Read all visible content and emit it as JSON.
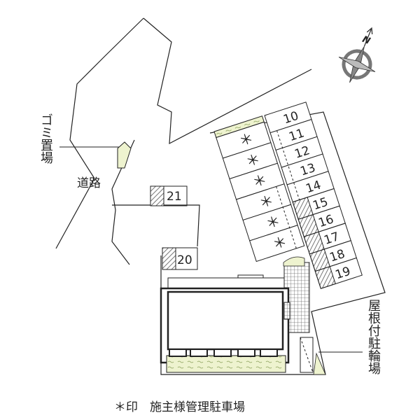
{
  "labels": {
    "garbage_area": "ゴミ置場",
    "road": "道路",
    "bicycle_parking": "屋根付駐輪場",
    "legend": "＊印　施主様管理駐車場",
    "compass_north": "N"
  },
  "parking_spaces": {
    "numbered": [
      "10",
      "11",
      "12",
      "13",
      "14",
      "15",
      "16",
      "17",
      "18",
      "19"
    ],
    "owner_managed_mark": "＊",
    "owner_managed_count": 6,
    "separate": [
      "21",
      "20"
    ]
  }
}
